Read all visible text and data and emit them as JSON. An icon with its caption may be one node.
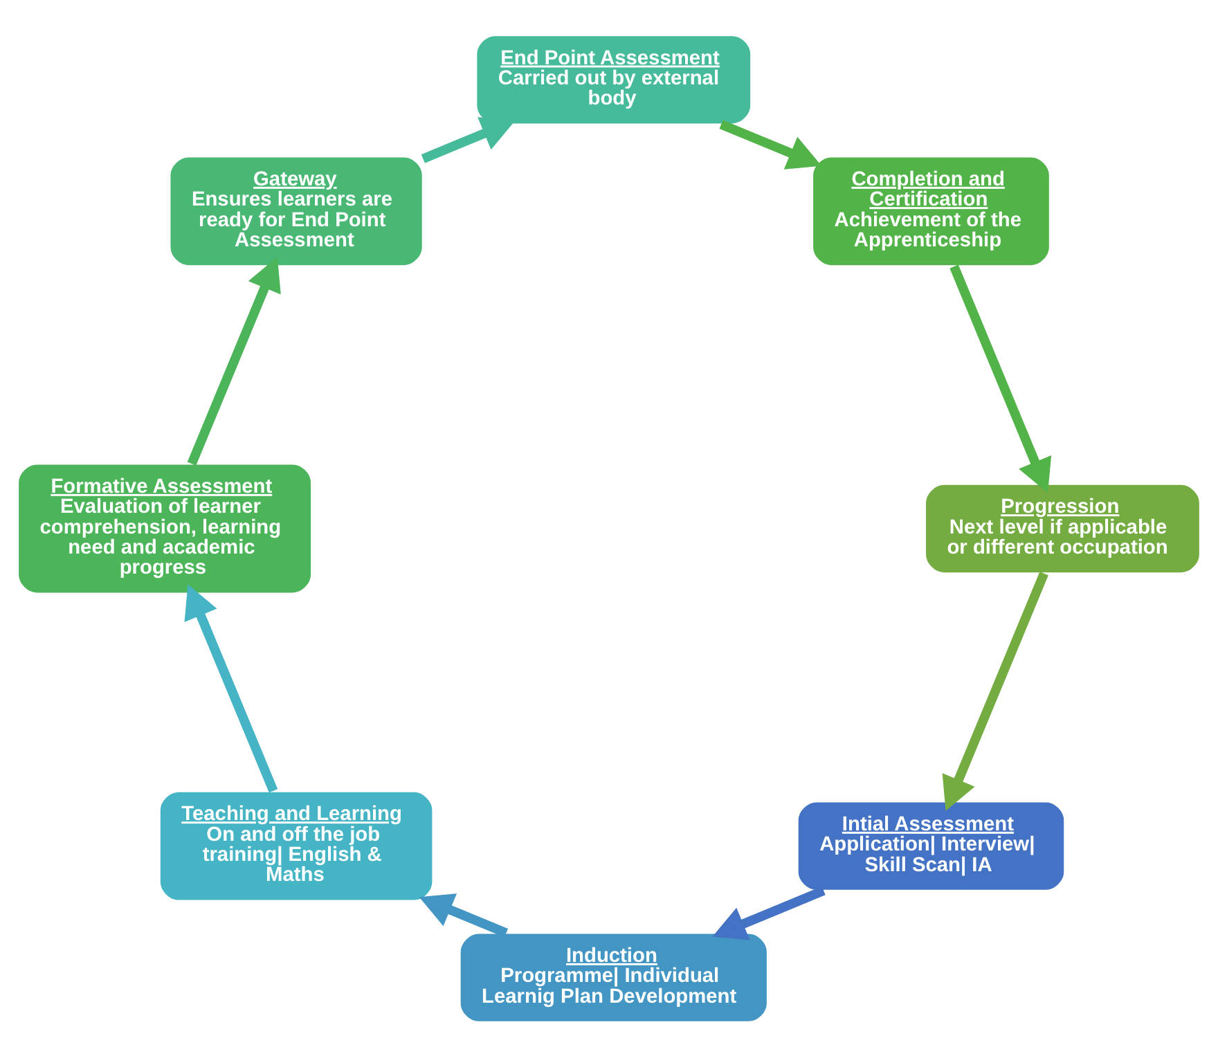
{
  "diagram": {
    "nodes": [
      {
        "text": [
          "Intial Assessment",
          "Application| Interview| Skill Scan| IA"
        ]
      },
      {
        "text": [
          "Induction",
          "Programme| Individual Learnig Plan Development"
        ]
      },
      {
        "text": [
          "Teaching and Learning",
          "On and off the job training| English & Maths"
        ]
      },
      {
        "text": [
          "Formative Assessment",
          "Evaluation of learner comprehension, learning need and academic progress"
        ]
      },
      {
        "text": [
          "Gateway",
          "Ensures learners are ready for End Point Assessment"
        ]
      },
      {
        "text": [
          "End Point Assessment",
          "Carried out by external body"
        ]
      },
      {
        "text": [
          "Completion and Certification",
          "Achievement of the Apprenticeship"
        ]
      },
      {
        "text": [
          "Progression",
          "Next level if applicable or different occupation"
        ]
      }
    ],
    "edges": [
      {
        "from": 0,
        "to": 1,
        "arrow": "to",
        "color": "#4472c4"
      },
      {
        "from": 1,
        "to": 2,
        "arrow": "to",
        "color": "#4396c4"
      },
      {
        "from": 2,
        "to": 3,
        "arrow": "to",
        "color": "#45b4c4"
      },
      {
        "from": 3,
        "to": 4,
        "arrow": "to",
        "color": "#4cb55a"
      },
      {
        "from": 4,
        "to": 5,
        "arrow": "to",
        "color": "#46bb9c"
      },
      {
        "from": 5,
        "to": 6,
        "arrow": "to",
        "color": "#52b448"
      },
      {
        "from": 6,
        "to": 7,
        "arrow": "to",
        "color": "#52b448"
      },
      {
        "from": 7,
        "to": 0,
        "arrow": "to",
        "color": "#74ac42"
      }
    ]
  }
}
